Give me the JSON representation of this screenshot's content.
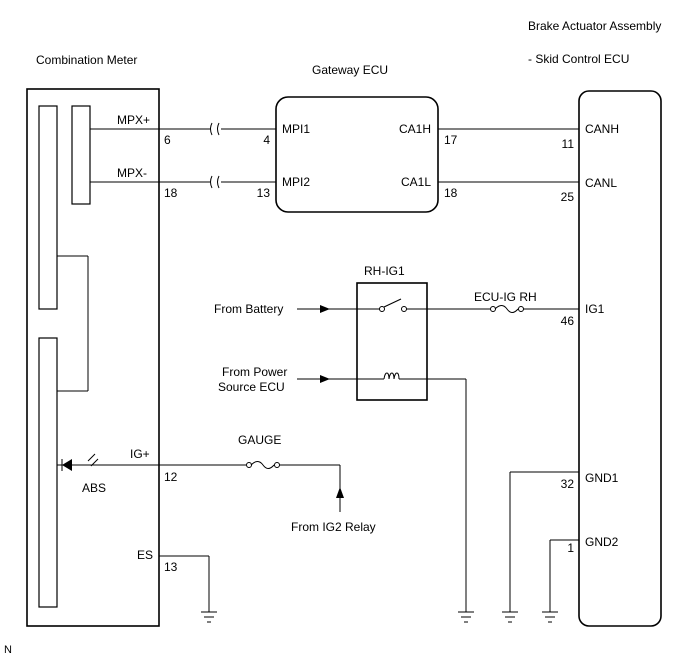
{
  "components": {
    "combination_meter": "Combination Meter",
    "gateway_ecu": "Gateway ECU",
    "brake_actuator_line1": "Brake Actuator Assembly",
    "brake_actuator_line2": "- Skid Control ECU",
    "relay": "RH-IG1"
  },
  "signals": {
    "mpx_plus": "MPX+",
    "mpx_minus": "MPX-",
    "ig_plus": "IG+",
    "es": "ES",
    "abs": "ABS",
    "mpi1": "MPI1",
    "mpi2": "MPI2",
    "ca1h": "CA1H",
    "ca1l": "CA1L",
    "canh": "CANH",
    "canl": "CANL",
    "ig1": "IG1",
    "gnd1": "GND1",
    "gnd2": "GND2"
  },
  "pins": {
    "meter_mpx_plus": "6",
    "meter_mpx_minus": "18",
    "meter_ig_plus": "12",
    "meter_es": "13",
    "gw_mpi1": "4",
    "gw_mpi2": "13",
    "gw_ca1h": "17",
    "gw_ca1l": "18",
    "ba_canh": "11",
    "ba_canl": "25",
    "ba_ig1": "46",
    "ba_gnd1": "32",
    "ba_gnd2": "1"
  },
  "fuses": {
    "ecu_ig_rh": "ECU-IG RH",
    "gauge": "GAUGE"
  },
  "sources": {
    "from_battery": "From Battery",
    "from_power_source_line1": "From Power",
    "from_power_source_line2": "Source ECU",
    "from_ig2_relay": "From IG2 Relay"
  },
  "footer_mark": "N"
}
